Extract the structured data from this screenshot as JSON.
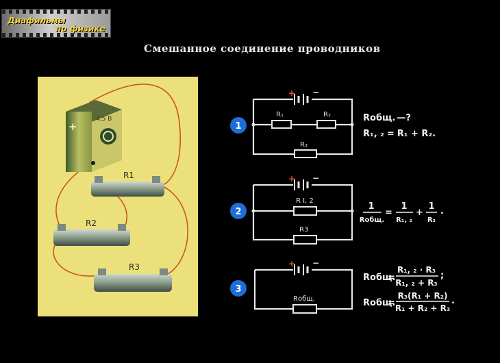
{
  "logo": {
    "line1": "Диафильмы",
    "line2": "по физике"
  },
  "title": "Смешанное соединение проводников",
  "photo": {
    "battery_voltage": "4,5 В",
    "battery_plus": "+",
    "resistors": [
      "R1",
      "R2",
      "R3"
    ]
  },
  "circuits": [
    {
      "number": "1",
      "plus": "+",
      "minus": "−",
      "labels": {
        "r1": "R₁",
        "r2": "R₂",
        "r3": "R₃"
      },
      "formula1": {
        "lhs": "Rобщ.",
        "rhs": "—?"
      },
      "formula2": {
        "lhs": "R₁, ₂",
        "eq": "=",
        "rhs": "R₁ + R₂."
      }
    },
    {
      "number": "2",
      "plus": "+",
      "minus": "−",
      "labels": {
        "r12": "R I, 2",
        "r3": "R3"
      },
      "formula": {
        "n1": "1",
        "d1": "Rобщ.",
        "eq": "=",
        "n2": "1",
        "d2": "R₁, ₂",
        "plus": "+",
        "n3": "1",
        "d3": "R₃",
        "end": "."
      }
    },
    {
      "number": "3",
      "plus": "+",
      "minus": "−",
      "labels": {
        "rt": "Rобщ."
      },
      "formula1": {
        "lhs": "Rобщ.",
        "eq": "=",
        "num": "R₁, ₂ · R₃",
        "den": "R₁, ₂ + R₃",
        "end": ";"
      },
      "formula2": {
        "lhs": "Rобщ.",
        "eq": "=",
        "num": "R₃(R₁ + R₂)",
        "den": "R₁ + R₂ + R₃",
        "end": "."
      }
    }
  ],
  "colors": {
    "background": "#000000",
    "board": "#ece07a",
    "circle": "#1f6ed8",
    "wire": "#e6e6e6",
    "copper": "#c8581e"
  }
}
